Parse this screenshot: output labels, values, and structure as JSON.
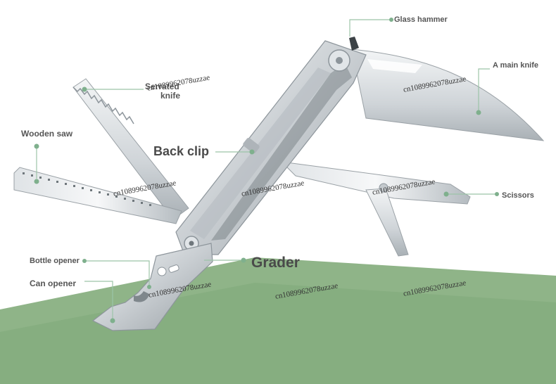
{
  "labels": {
    "glass_hammer": "Glass hammer",
    "main_knife": "A main knife",
    "serrated_knife_line1": "Serrated",
    "serrated_knife_line2": "knife",
    "wooden_saw": "Wooden saw",
    "back_clip": "Back clip",
    "scissors": "Scissors",
    "bottle_opener": "Bottle opener",
    "can_opener": "Can opener",
    "grader": "Grader"
  },
  "watermark": "cn1089962078uzzae",
  "colors": {
    "leader_line": "#9cc4a8",
    "leader_dot": "#7fb08d",
    "ground": "#8fb488",
    "ground_front": "#7ea878",
    "steel_light": "#e9ecee",
    "steel_mid": "#c4c9cd",
    "steel_dark": "#8d959b",
    "label_text": "#555555"
  }
}
